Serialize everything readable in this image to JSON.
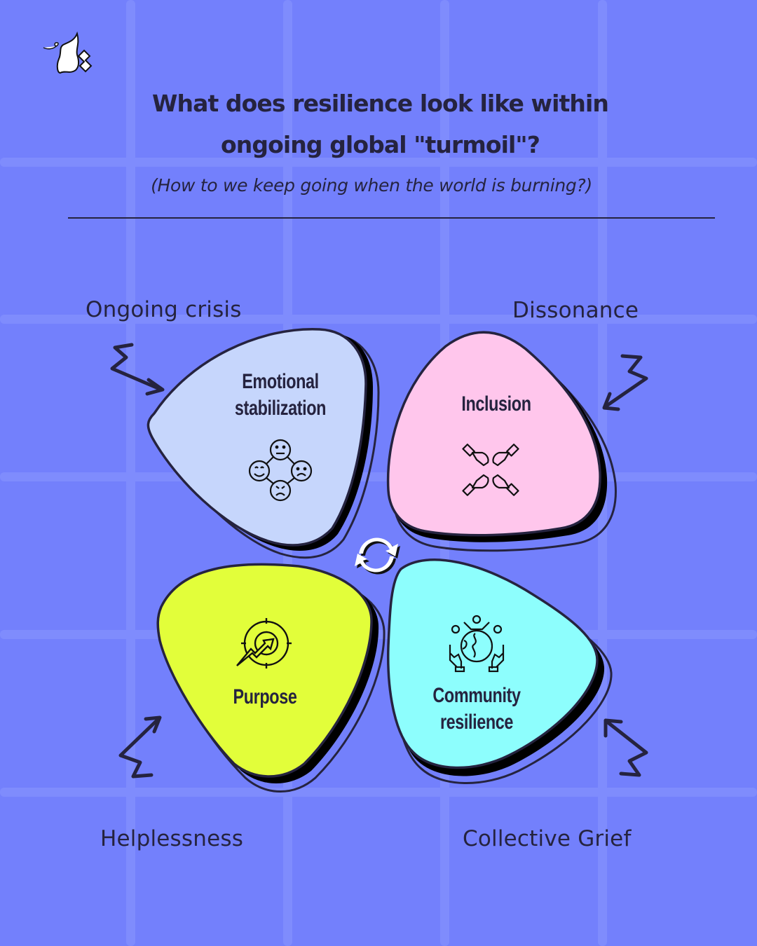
{
  "header": {
    "title_line1": "What does resilience look like within",
    "title_line2": "ongoing global \"turmoil\"?",
    "subtitle": "(How to we keep going when the world is burning?)"
  },
  "outer_labels": {
    "top_left": "Ongoing crisis",
    "top_right": "Dissonance",
    "bottom_left": "Helplessness",
    "bottom_right": "Collective Grief"
  },
  "petals": [
    {
      "label_line1": "Emotional",
      "label_line2": "stabilization",
      "icon": "emotions-cycle-icon",
      "color": "#C6D6FC"
    },
    {
      "label_line1": "Inclusion",
      "label_line2": "",
      "icon": "joined-hands-icon",
      "color": "#FFC6EC"
    },
    {
      "label_line1": "Purpose",
      "label_line2": "",
      "icon": "target-growth-icon",
      "color": "#E2FE3A"
    },
    {
      "label_line1": "Community",
      "label_line2": "resilience",
      "icon": "hands-holding-globe-people-icon",
      "color": "#8DFEFD"
    }
  ],
  "center": {
    "icon": "cycle-refresh-icon"
  },
  "logo": {
    "icon": "brand-logo-icon"
  },
  "colors": {
    "background": "#7380FC",
    "grid": "#7F8CFD",
    "ink": "#25233F"
  }
}
